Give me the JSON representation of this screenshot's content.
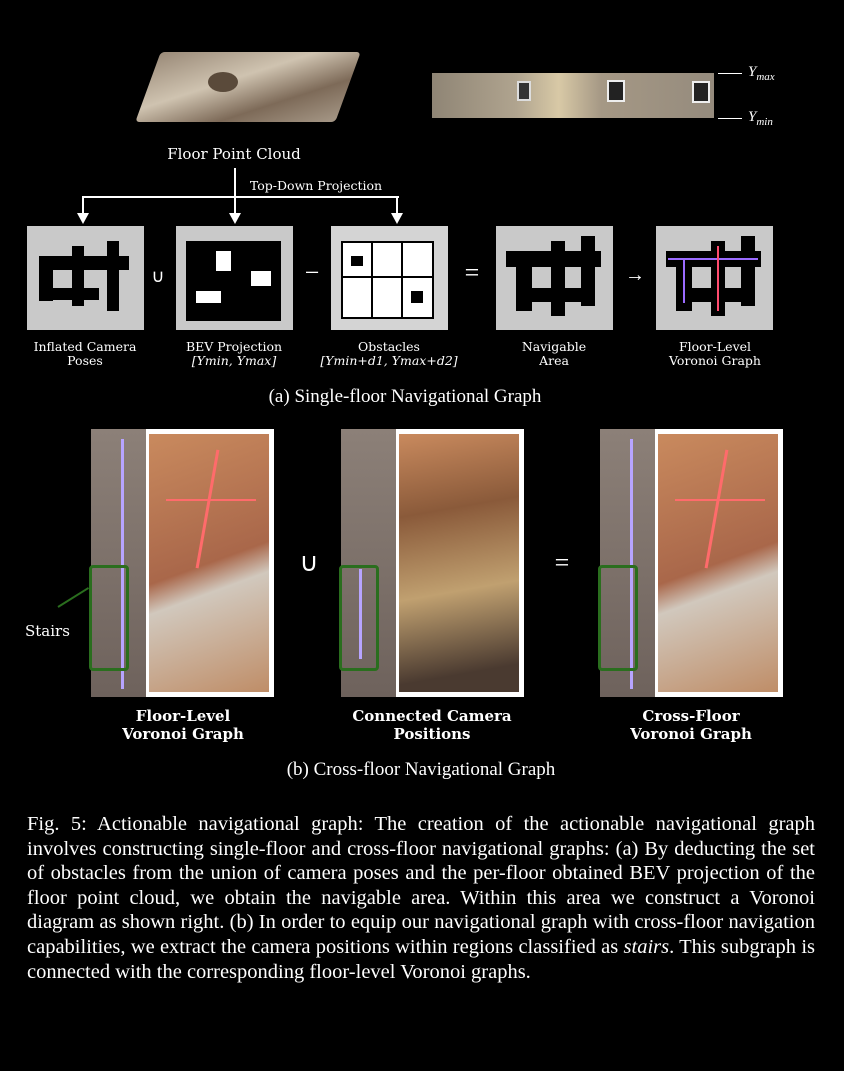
{
  "part_a": {
    "point_cloud_label": "Floor Point Cloud",
    "ymax_label": "Y",
    "ymax_sub": "max",
    "ymin_label": "Y",
    "ymin_sub": "min",
    "projection_label": "Top-Down Projection",
    "operators": [
      "∪",
      "−",
      "=",
      "→"
    ],
    "panels": [
      {
        "line1": "Inflated Camera",
        "line2": "Poses"
      },
      {
        "line1": "BEV Projection",
        "line2": "[Ymin, Ymax]"
      },
      {
        "line1": "Obstacles",
        "line2": "[Ymin+d1, Ymax+d2]"
      },
      {
        "line1": "Navigable",
        "line2": "Area"
      },
      {
        "line1": "Floor-Level",
        "line2": "Voronoi Graph"
      }
    ],
    "caption": "(a) Single-floor Navigational Graph"
  },
  "part_b": {
    "stairs_label": "Stairs",
    "operators": [
      "∪",
      "="
    ],
    "panels": [
      {
        "line1": "Floor-Level",
        "line2": "Voronoi Graph"
      },
      {
        "line1": "Connected Camera",
        "line2": "Positions"
      },
      {
        "line1": "Cross-Floor",
        "line2": "Voronoi Graph"
      }
    ],
    "caption": "(b) Cross-floor Navigational Graph"
  },
  "figure_caption": {
    "part1": "Fig. 5: Actionable navigational graph: The creation of the actionable navigational graph involves constructing single-floor and cross-floor navigational graphs: (a) By deducting the set of obstacles from the union of camera poses and the per-floor obtained BEV projection of the floor point cloud, we obtain the navigable area. Within this area we construct a Voronoi diagram as shown right. (b) In order to equip our navigational graph with cross-floor navigation capabilities, we extract the camera positions within regions classified as ",
    "emph": "stairs",
    "part2": ". This subgraph is connected with the corresponding floor-level Voronoi graphs."
  }
}
